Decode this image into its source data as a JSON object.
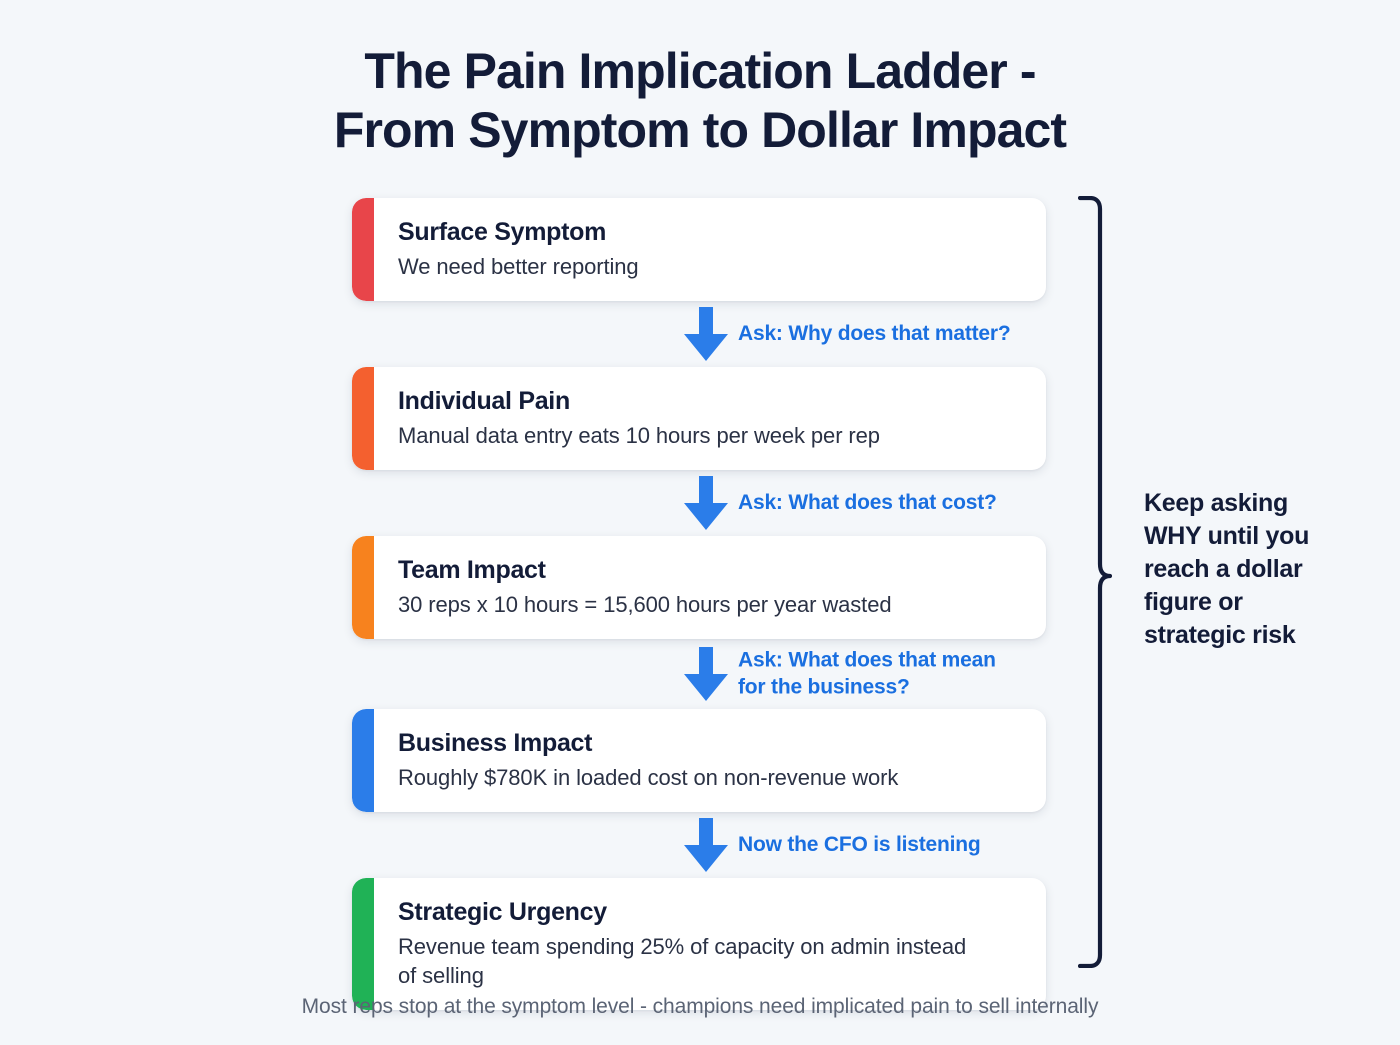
{
  "title": {
    "line1": "The Pain Implication Ladder -",
    "line2": "From Symptom to Dollar Impact"
  },
  "colors": {
    "background": "#f4f7fa",
    "title_text": "#131c38",
    "card_background": "#ffffff",
    "arrow_blue": "#2b7de9",
    "label_blue": "#1a6fe0",
    "brace": "#131c38",
    "footer_text": "#5b6475"
  },
  "steps": [
    {
      "title": "Surface Symptom",
      "desc": "We need better reporting",
      "accent": "#e8454a",
      "accent_name": "red"
    },
    {
      "title": "Individual Pain",
      "desc": "Manual data entry eats 10 hours per week per rep",
      "accent": "#f4602f",
      "accent_name": "red-orange"
    },
    {
      "title": "Team Impact",
      "desc": "30 reps x 10 hours = 15,600 hours per year wasted",
      "accent": "#f7821e",
      "accent_name": "orange"
    },
    {
      "title": "Business Impact",
      "desc": "Roughly $780K in loaded cost on non-revenue work",
      "accent": "#2b7de9",
      "accent_name": "blue"
    },
    {
      "title": "Strategic Urgency",
      "desc": "Revenue team spending 25% of capacity on admin instead of selling",
      "accent": "#20b256",
      "accent_name": "green"
    }
  ],
  "connectors": [
    {
      "label": "Ask: Why does that matter?",
      "icon": "arrow-down-icon"
    },
    {
      "label": "Ask: What does that cost?",
      "icon": "arrow-down-icon"
    },
    {
      "label": "Ask: What does that mean\nfor the business?",
      "icon": "arrow-down-icon"
    },
    {
      "label": "Now the CFO is listening",
      "icon": "arrow-down-icon"
    }
  ],
  "side_note": {
    "text": "Keep asking\nWHY until you\nreach a dollar\nfigure or\nstrategic risk",
    "bracket_icon": "curly-brace-icon"
  },
  "footer": {
    "text": "Most reps stop at the symptom level - champions need implicated pain to sell internally"
  }
}
